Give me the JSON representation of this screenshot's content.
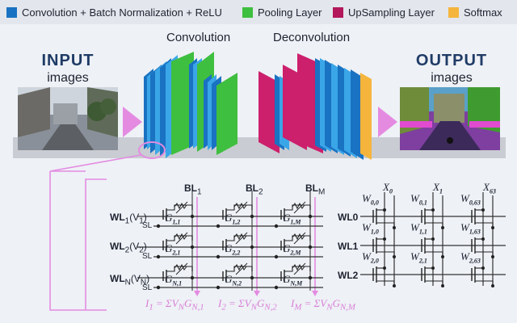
{
  "legend": [
    {
      "label": "Convolution + Batch Normalization + ReLU",
      "color": "#1a72c2"
    },
    {
      "label": "Pooling Layer",
      "color": "#3fbf3f"
    },
    {
      "label": "UpSampling Layer",
      "color": "#b3175c"
    },
    {
      "label": "Softmax",
      "color": "#f5b53d"
    }
  ],
  "input": {
    "title": "INPUT",
    "sub": "images"
  },
  "output": {
    "title": "OUTPUT",
    "sub": "images"
  },
  "sections": {
    "conv": "Convolution",
    "deconv": "Deconvolution"
  },
  "colors": {
    "accent": "#e48be1",
    "dark_blue": "#1f3b66",
    "gray_bar": "#c9ccd2"
  },
  "crossbar_left": {
    "bitlines": [
      "BL",
      "BL",
      "BL"
    ],
    "bitline_subs": [
      "1",
      "2",
      "M"
    ],
    "wordlines": [
      {
        "name": "WL",
        "sub": "1",
        "v": "V",
        "vsub": "1"
      },
      {
        "name": "WL",
        "sub": "2",
        "v": "V",
        "vsub": "2"
      },
      {
        "name": "WL",
        "sub": "N",
        "v": "V",
        "vsub": "N"
      }
    ],
    "sl": "SL",
    "g": [
      [
        "1,1",
        "1,2",
        "1,M"
      ],
      [
        "2,1",
        "2,2",
        "2,M"
      ],
      [
        "N,1",
        "N,2",
        "N,M"
      ]
    ],
    "currents": [
      {
        "I": "I",
        "isub": "1",
        "rest": "= ΣV",
        "nsub": "N",
        "G": "G",
        "gsub": "N,1"
      },
      {
        "I": "I",
        "isub": "2",
        "rest": "= ΣV",
        "nsub": "N",
        "G": "G",
        "gsub": "N,2"
      },
      {
        "I": "I",
        "isub": "M",
        "rest": "= ΣV",
        "nsub": "N",
        "G": "G",
        "gsub": "N,M"
      }
    ]
  },
  "crossbar_right": {
    "columns": [
      {
        "x": "X",
        "sub": "0"
      },
      {
        "x": "X",
        "sub": "1"
      },
      {
        "x": "X",
        "sub": "63"
      }
    ],
    "wordlines": [
      "WL0",
      "WL1",
      "WL2"
    ],
    "w": [
      [
        "0,0",
        "0,1",
        "0,63"
      ],
      [
        "1,0",
        "1,1",
        "1,63"
      ],
      [
        "2,0",
        "2,1",
        "2,63"
      ]
    ],
    "w_letter": "W"
  }
}
